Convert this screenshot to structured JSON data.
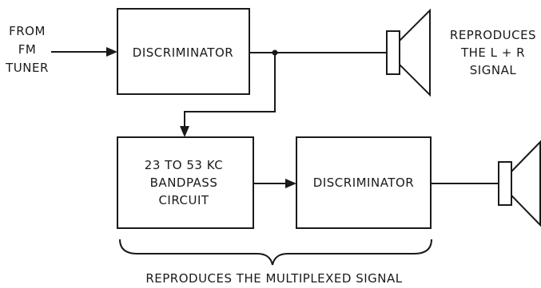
{
  "input_label": [
    "FROM",
    "FM",
    "TUNER"
  ],
  "top_block": {
    "label": "DISCRIMINATOR"
  },
  "filter_block": {
    "label": [
      "23 TO 53 KC",
      "BANDPASS",
      "CIRCUIT"
    ]
  },
  "bottom_block": {
    "label": "DISCRIMINATOR"
  },
  "top_speaker_caption": [
    "REPRODUCES",
    "THE L + R",
    "SIGNAL"
  ],
  "bottom_caption": "REPRODUCES THE MULTIPLEXED SIGNAL",
  "colors": {
    "ink": "#1a1a1a",
    "background": "#ffffff"
  }
}
